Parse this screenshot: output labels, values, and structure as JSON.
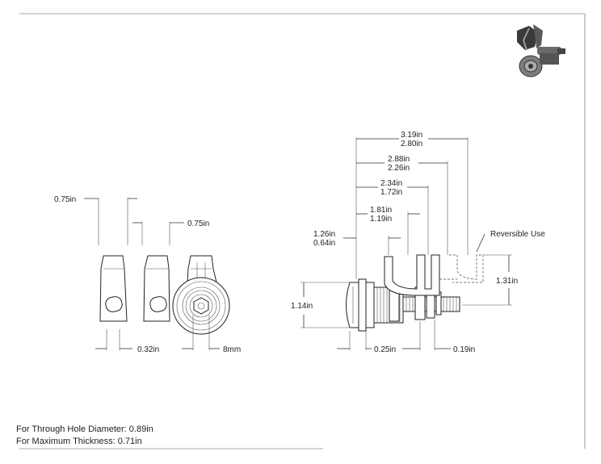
{
  "dimensions": {
    "top_left_width": "0.75in",
    "top_right_width": "0.75in",
    "bottom_gap": "0.32in",
    "key_size": "8mm",
    "body_height": "1.14in",
    "overall_1": "3.19in",
    "overall_2": "2.80in",
    "cam_1": "2.88in",
    "cam_2": "2.26in",
    "mid_1": "2.34in",
    "mid_2": "1.72in",
    "inner_1": "1.81in",
    "inner_2": "1.19in",
    "nut_1": "1.26in",
    "nut_2": "0.64in",
    "cam_height": "1.31in",
    "flange": "0.25in",
    "thread": "0.19in"
  },
  "callout": "Reversible Use",
  "notes": [
    "For Through Hole Diameter: 0.89in",
    "For Maximum Thickness: 0.71in"
  ],
  "colors": {
    "line": "#333333",
    "iso_dark": "#3a3a3a",
    "iso_mid": "#8a8a8a"
  }
}
